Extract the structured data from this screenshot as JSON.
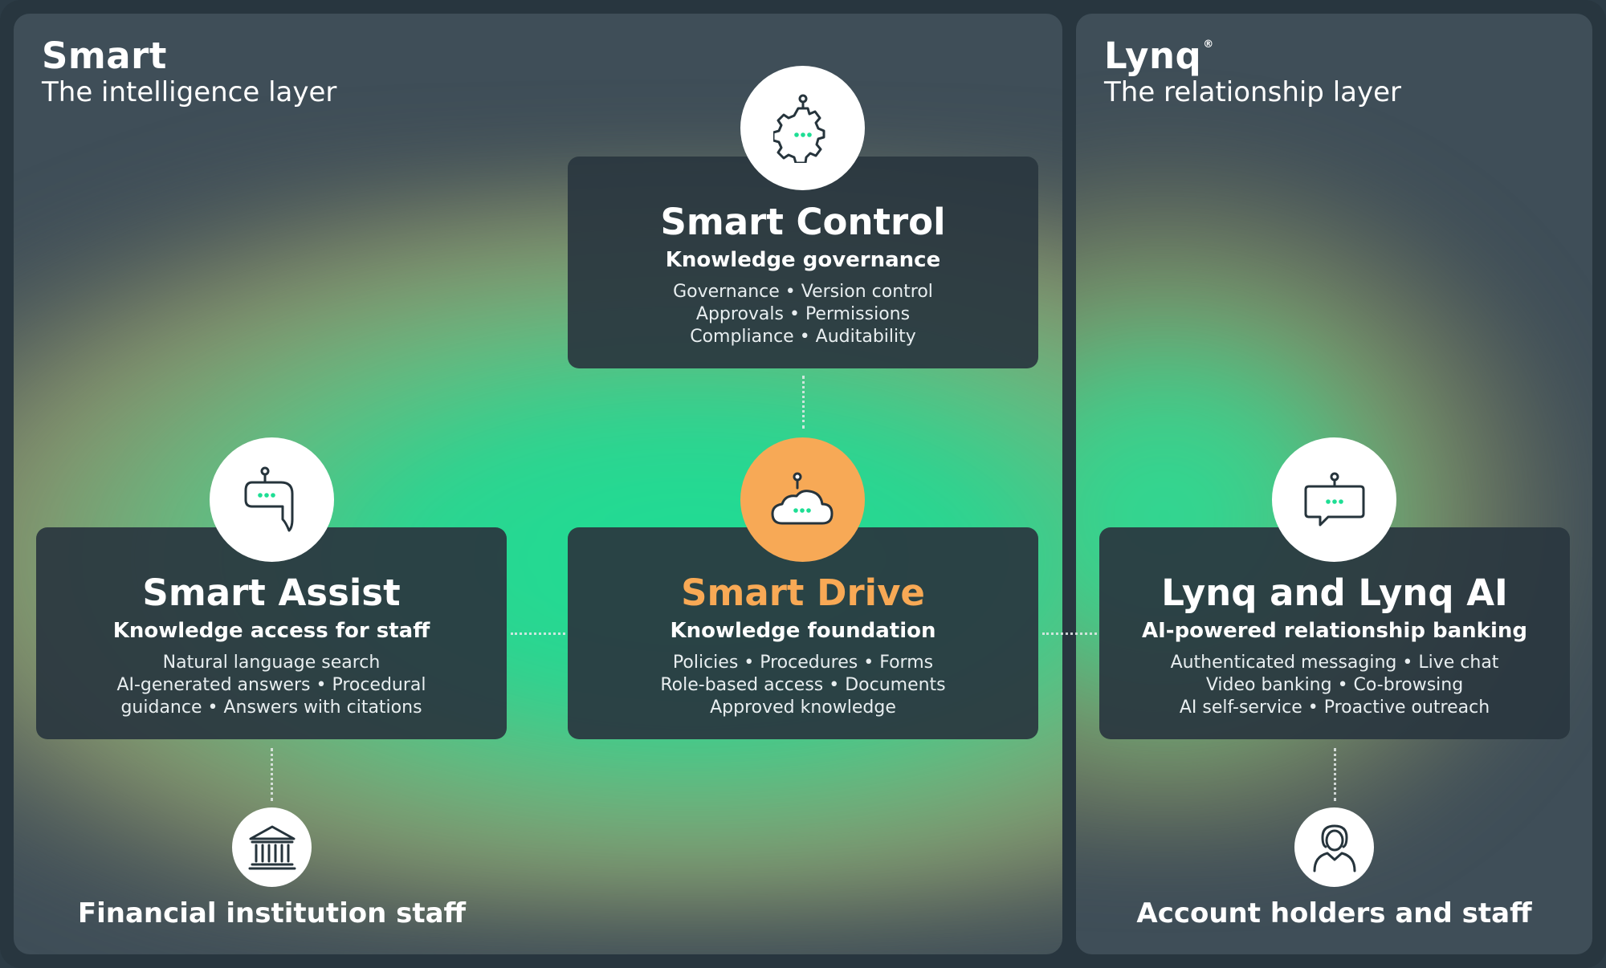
{
  "smart_panel": {
    "title": "Smart",
    "subtitle": "The intelligence layer"
  },
  "lynq_panel": {
    "title": "Lynq",
    "trademark": "®",
    "subtitle": "The relationship layer"
  },
  "smart_control": {
    "icon": "gear-chat-icon",
    "title": "Smart Control",
    "subtitle": "Knowledge governance",
    "lines": [
      "Governance • Version control",
      "Approvals • Permissions",
      "Compliance • Auditability"
    ]
  },
  "smart_assist": {
    "icon": "speech-bubble-icon",
    "title": "Smart Assist",
    "subtitle": "Knowledge access for staff",
    "lines": [
      "Natural language search",
      "AI-generated answers • Procedural",
      "guidance • Answers with citations"
    ]
  },
  "smart_drive": {
    "icon": "cloud-chat-icon",
    "title": "Smart Drive",
    "subtitle": "Knowledge foundation",
    "lines": [
      "Policies • Procedures • Forms",
      "Role-based access • Documents",
      "Approved knowledge"
    ]
  },
  "lynq_card": {
    "icon": "chat-box-icon",
    "title": "Lynq and Lynq AI",
    "subtitle": "AI-powered relationship banking",
    "lines": [
      "Authenticated messaging • Live chat",
      "Video banking • Co-browsing",
      "AI self-service • Proactive outreach"
    ]
  },
  "audiences": {
    "staff": "Financial institution staff",
    "staff_icon": "bank-icon",
    "holders": "Account holders and staff",
    "holders_icon": "person-icon"
  },
  "colors": {
    "accent_orange": "#f8a955",
    "accent_green": "#1ede94",
    "background": "#28363f"
  }
}
